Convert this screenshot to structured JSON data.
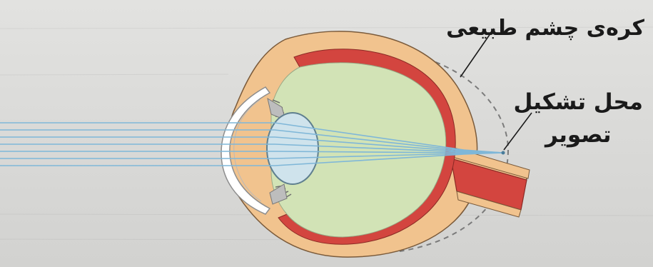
{
  "labels": {
    "natural_eyeball": "کره‌ی چشم طبیعی",
    "image_site_line1": "محل تشکیل",
    "image_site_line2": "تصویر"
  },
  "colors": {
    "background": "#dcdcdc",
    "sclera": "#f1c38e",
    "retina": "#d3453f",
    "vitreous": "#d2e3b6",
    "lens": "#cfe3ec",
    "light_rays": "#7fb7d8",
    "outline": "#7a5a3a",
    "dashed_outline": "#7b7b7b"
  }
}
